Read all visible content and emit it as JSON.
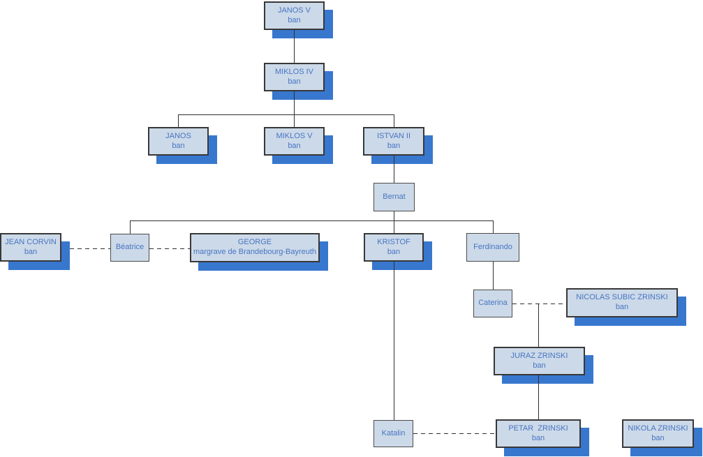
{
  "diagram_type": "family-tree",
  "colors": {
    "background": "#ffffff",
    "node_fill": "#ccd9e8",
    "node_border": "#383838",
    "node_shadow": "#3877ce",
    "node_text": "#4775c3",
    "connector_line": "#2e2e2e"
  },
  "nodes": {
    "janos_v": {
      "title": "JANOS V",
      "subtitle": "ban"
    },
    "miklos_iv": {
      "title": "MIKLOS IV",
      "subtitle": "ban"
    },
    "janos": {
      "title": "JANOS",
      "subtitle": "ban"
    },
    "miklos_v": {
      "title": "MIKLOS V",
      "subtitle": "ban"
    },
    "istvan_ii": {
      "title": "ISTVAN II",
      "subtitle": "ban"
    },
    "bernat": {
      "title": "Bernat"
    },
    "jean_corvin": {
      "title": "JEAN CORVIN",
      "subtitle": "ban"
    },
    "beatrice": {
      "title": "Béatrice"
    },
    "george": {
      "title": "GEORGE",
      "subtitle": "margrave de Brandebourg-Bayreuth"
    },
    "kristof": {
      "title": "KRISTOF",
      "subtitle": "ban"
    },
    "ferdinando": {
      "title": "Ferdinando"
    },
    "caterina": {
      "title": "Caterina"
    },
    "nicolas_subic_zrinski": {
      "title": "NICOLAS SUBIC ZRINSKI",
      "subtitle": "ban"
    },
    "juraz_zrinski": {
      "title": "JURAZ ZRINSKI",
      "subtitle": "ban"
    },
    "katalin": {
      "title": "Katalin"
    },
    "petar_zrinski": {
      "title": "PETAR  ZRINSKI",
      "subtitle": "ban"
    },
    "nikola_zrinski": {
      "title": "NIKOLA ZRINSKI",
      "subtitle": "ban"
    }
  },
  "edges": [
    {
      "from": "JANOS V",
      "to": "MIKLOS IV",
      "type": "descent"
    },
    {
      "from": "MIKLOS IV",
      "to": "JANOS",
      "type": "descent"
    },
    {
      "from": "MIKLOS IV",
      "to": "MIKLOS V",
      "type": "descent"
    },
    {
      "from": "MIKLOS IV",
      "to": "ISTVAN II",
      "type": "descent"
    },
    {
      "from": "ISTVAN II",
      "to": "Bernat",
      "type": "descent"
    },
    {
      "from": "Bernat",
      "to": "Béatrice",
      "type": "descent"
    },
    {
      "from": "Bernat",
      "to": "KRISTOF",
      "type": "descent"
    },
    {
      "from": "Bernat",
      "to": "Ferdinando",
      "type": "descent"
    },
    {
      "from": "JEAN CORVIN",
      "to": "Béatrice",
      "type": "marriage"
    },
    {
      "from": "Béatrice",
      "to": "GEORGE",
      "type": "marriage"
    },
    {
      "from": "Ferdinando",
      "to": "Caterina",
      "type": "descent"
    },
    {
      "from": "Caterina",
      "to": "NICOLAS SUBIC ZRINSKI",
      "type": "marriage"
    },
    {
      "from": "Caterina & NICOLAS SUBIC ZRINSKI",
      "to": "JURAZ ZRINSKI",
      "type": "descent"
    },
    {
      "from": "JURAZ ZRINSKI",
      "to": "PETAR ZRINSKI",
      "type": "descent"
    },
    {
      "from": "KRISTOF",
      "to": "Katalin",
      "type": "descent"
    },
    {
      "from": "Katalin",
      "to": "PETAR ZRINSKI",
      "type": "marriage"
    }
  ]
}
